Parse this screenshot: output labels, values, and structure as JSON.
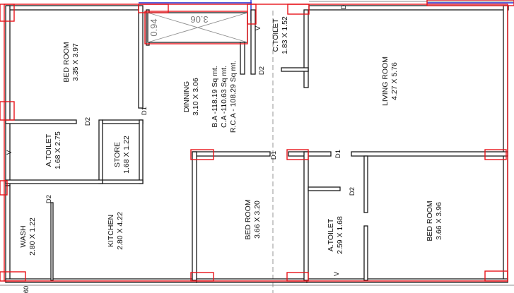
{
  "rooms": {
    "bed1": {
      "name": "BED ROOM",
      "dim": "3.35 X 3.97"
    },
    "dinning": {
      "name": "DINNING",
      "dim": "3.10 X 3.06"
    },
    "ctoilet": {
      "name": "C.TOILET",
      "dim": "1.83 X 1.52"
    },
    "living": {
      "name": "LIVING ROOM",
      "dim": "4.27 X 5.76"
    },
    "atoilet1": {
      "name": "A.TOILET",
      "dim": "1.68 X 2.75"
    },
    "store": {
      "name": "STORE",
      "dim": "1.68 X 1.22"
    },
    "wash": {
      "name": "WASH",
      "dim": "2.80 X 1.22"
    },
    "kitchen": {
      "name": "KITCHEN",
      "dim": "2.80 X 4.22"
    },
    "bed2": {
      "name": "BED ROOM",
      "dim": "3.66 X 3.20"
    },
    "atoilet2": {
      "name": "A.TOILET",
      "dim": "2.59 X 1.68"
    },
    "bed3": {
      "name": "BED ROOM",
      "dim": "3.66 X 3.96"
    }
  },
  "areas": {
    "ba": "B.A   -118.19 Sq mt.",
    "ca": "C.A   -110.63 Sq mt.",
    "rca": "R.C.A - 108.29 Sq mt."
  },
  "markers": {
    "d1": "D1",
    "d2": "D2",
    "v": "V",
    "d": "D",
    "edge_num": "60"
  },
  "duct": {
    "left_num": "0.94",
    "top_num": "3.06"
  },
  "colors": {
    "wall": "#1a1a1a",
    "column": "#e8141b",
    "boundary": "#1f2fd6",
    "background": "#ffffff"
  }
}
